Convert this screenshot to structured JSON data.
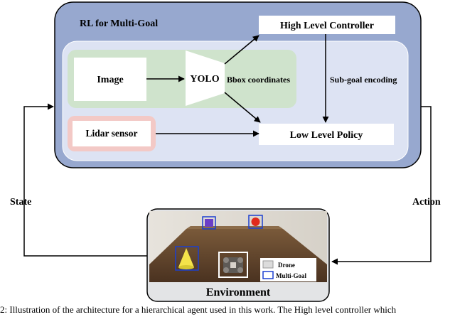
{
  "rl_block": {
    "title": "RL for Multi-Goal"
  },
  "nodes": {
    "image": "Image",
    "yolo": "YOLO",
    "bbox": "Bbox coordinates",
    "lidar": "Lidar sensor",
    "high_level": "High Level Controller",
    "low_level": "Low Level Policy"
  },
  "edges": {
    "subgoal": "Sub-goal encoding",
    "state": "State",
    "action": "Action"
  },
  "environment": {
    "title": "Environment",
    "legend": [
      "Drone",
      "Multi-Goal"
    ]
  },
  "caption": "2: Illustration of the architecture for a hierarchical agent used in this work. The High level controller which"
}
